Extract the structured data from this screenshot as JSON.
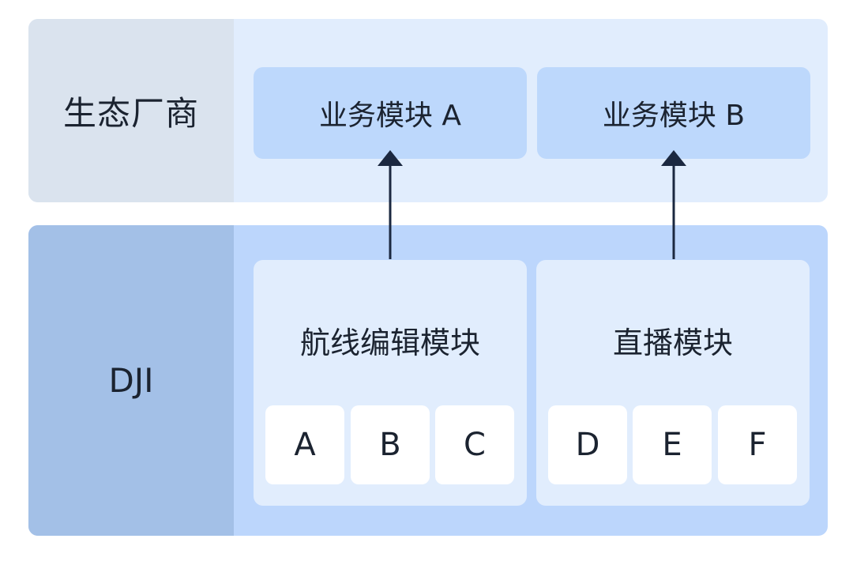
{
  "tiers": {
    "vendor": {
      "label": "生态厂商"
    },
    "dji": {
      "label": "DJI"
    }
  },
  "business_modules": [
    {
      "label": "业务模块 A"
    },
    {
      "label": "业务模块 B"
    }
  ],
  "core_modules": [
    {
      "label": "航线编辑模块",
      "components": [
        "A",
        "B",
        "C"
      ]
    },
    {
      "label": "直播模块",
      "components": [
        "D",
        "E",
        "F"
      ]
    }
  ],
  "colors": {
    "vendor_tier_bg": "#e1edfd",
    "vendor_label_bg": "#dae3ee",
    "business_module_bg": "#bdd8fc",
    "dji_tier_bg": "#bcd6fc",
    "dji_label_bg": "#a3c0e7",
    "core_module_bg": "#e1edfd",
    "component_bg": "#ffffff",
    "arrow": "#1b2840",
    "text": "#1b2330"
  }
}
